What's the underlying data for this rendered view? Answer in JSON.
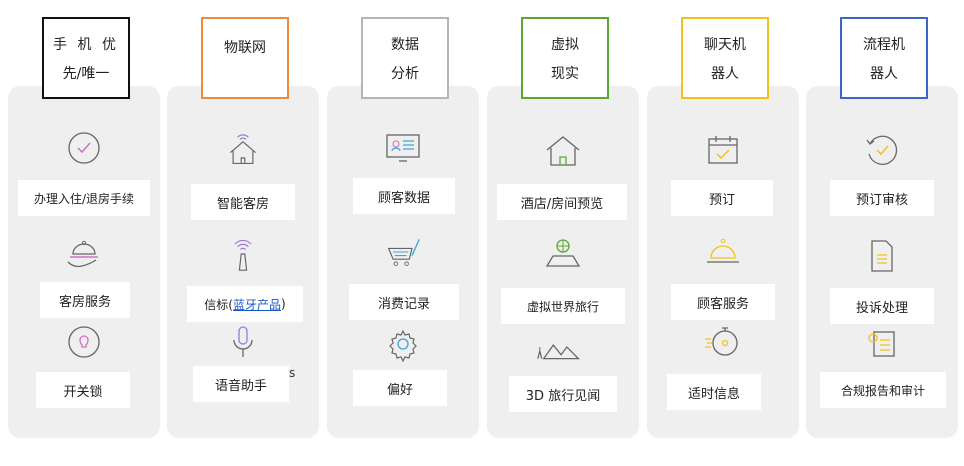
{
  "columns": [
    {
      "header_lines": [
        "手 机 优",
        "先/唯一"
      ],
      "border_color": "#111111",
      "items": [
        {
          "icon": "check-circle-icon",
          "label": "办理入住/退房手续"
        },
        {
          "icon": "serving-cloche-icon",
          "label": "客房服务"
        },
        {
          "icon": "bulb-circle-icon",
          "label": "开关锁"
        }
      ]
    },
    {
      "header_lines": [
        "物联网"
      ],
      "border_color": "#f08a3c",
      "items": [
        {
          "icon": "smart-home-icon",
          "label": "智能客房"
        },
        {
          "icon": "beacon-icon",
          "label_pre": "信标(",
          "label_link": "蓝牙产品",
          "label_post": ")"
        },
        {
          "icon": "microphone-icon",
          "label": "语音助手"
        }
      ]
    },
    {
      "header_lines": [
        "数据",
        "分析"
      ],
      "border_color": "#b5b5b5",
      "items": [
        {
          "icon": "id-card-monitor-icon",
          "label": "顾客数据"
        },
        {
          "icon": "shopping-cart-icon",
          "label": "消费记录"
        },
        {
          "icon": "gear-icon",
          "label": "偏好"
        }
      ]
    },
    {
      "header_lines": [
        "虚拟",
        "现实"
      ],
      "border_color": "#5aa832",
      "items": [
        {
          "icon": "house-outline-icon",
          "label": "酒店/房间预览"
        },
        {
          "icon": "globe-platform-icon",
          "label": "虚拟世界旅行"
        },
        {
          "icon": "mountains-icon",
          "label": "3D 旅行见闻"
        }
      ]
    },
    {
      "header_lines": [
        "聊天机",
        "器人"
      ],
      "border_color": "#f2c21c",
      "items": [
        {
          "icon": "calendar-check-icon",
          "label": "预订"
        },
        {
          "icon": "serving-bell-icon",
          "label": "顾客服务"
        },
        {
          "icon": "stopwatch-icon",
          "label": "适时信息"
        }
      ]
    },
    {
      "header_lines": [
        "流程机",
        "器人"
      ],
      "border_color": "#3d67c4",
      "items": [
        {
          "icon": "refresh-check-icon",
          "label": "预订审核"
        },
        {
          "icon": "document-icon",
          "label": "投诉处理"
        },
        {
          "icon": "checklist-icon",
          "label": "合规报告和审计"
        }
      ]
    }
  ],
  "stray_text": "s"
}
